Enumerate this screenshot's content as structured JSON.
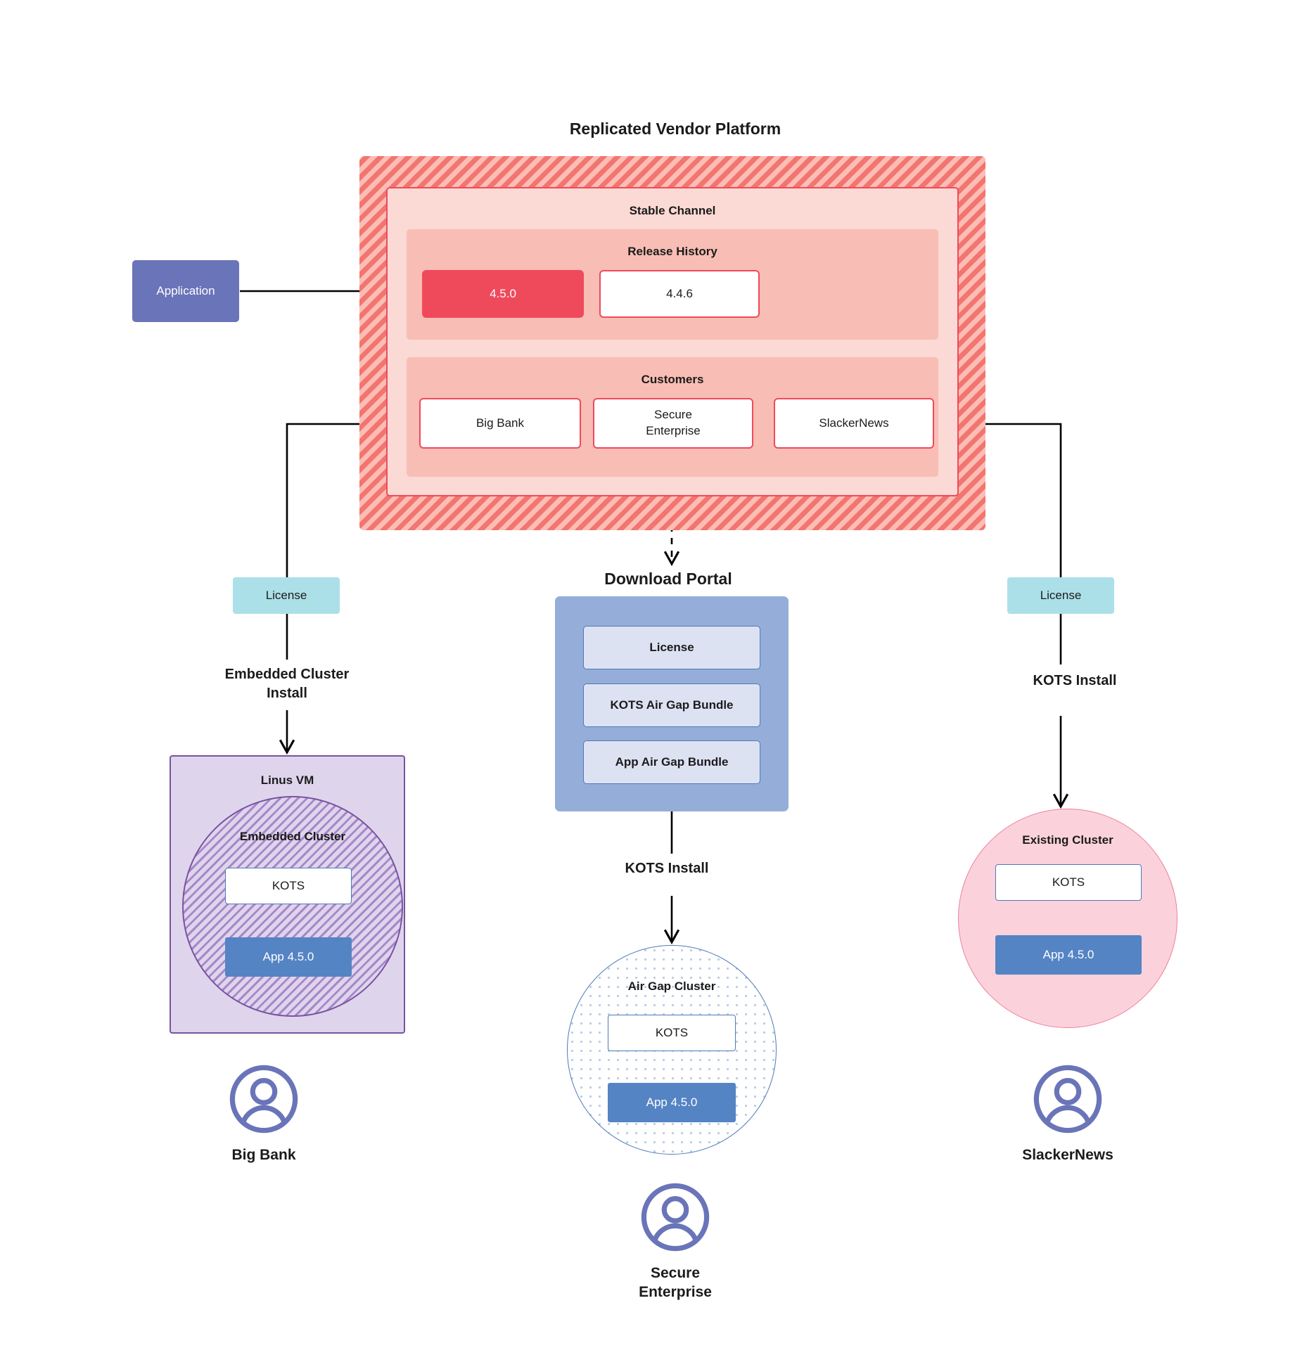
{
  "diagram": {
    "title": "Replicated Vendor Platform",
    "background": "#ffffff"
  },
  "colors": {
    "vendor_hatch": "#f2756f",
    "channel_bg": "#fbd9d4",
    "channel_border": "#ef4a5c",
    "panel_bg": "#f8bdb4",
    "release_active": "#ef4a5c",
    "application": "#6a74b8",
    "license_chip": "#ace0e8",
    "portal_bg": "#95add9",
    "portal_item": "#dde2f3",
    "portal_item_border": "#5079b8",
    "vm_bg": "#ded5ec",
    "vm_border": "#7a52a1",
    "existing_cluster": "#fbd2dc",
    "existing_cluster_border": "#ef7f9e",
    "app_box": "#5584c4",
    "airgap_border": "#5079b8",
    "persona": "#6a74b8"
  },
  "application": {
    "label": "Application"
  },
  "vendor_platform": {
    "channel": {
      "title": "Stable Channel",
      "release_history": {
        "title": "Release History",
        "releases": [
          {
            "version": "4.5.0",
            "state": "active"
          },
          {
            "version": "4.4.6",
            "state": "inactive"
          }
        ]
      },
      "customers": {
        "title": "Customers",
        "items": [
          {
            "name": "Big Bank"
          },
          {
            "name": "Secure\nEnterprise"
          },
          {
            "name": "SlackerNews"
          }
        ]
      }
    }
  },
  "download_portal": {
    "title": "Download  Portal",
    "items": [
      {
        "label": "License"
      },
      {
        "label": "KOTS Air Gap Bundle"
      },
      {
        "label": "App Air Gap Bundle"
      }
    ]
  },
  "licenses": {
    "left_label": "License",
    "right_label": "License"
  },
  "edge_labels": {
    "embedded_cluster_install": "Embedded Cluster\nInstall",
    "kots_install_middle": "KOTS Install",
    "kots_install_right": "KOTS Install"
  },
  "clusters": {
    "linus_vm": {
      "title": "Linus VM",
      "inner_title": "Embedded Cluster",
      "kots_label": "KOTS",
      "app_label": "App 4.5.0"
    },
    "air_gap": {
      "title": "Air Gap Cluster",
      "kots_label": "KOTS",
      "app_label": "App 4.5.0"
    },
    "existing": {
      "title": "Existing Cluster",
      "kots_label": "KOTS",
      "app_label": "App 4.5.0"
    }
  },
  "personas": [
    {
      "name": "Big Bank"
    },
    {
      "name": "Secure\nEnterprise"
    },
    {
      "name": "SlackerNews"
    }
  ]
}
